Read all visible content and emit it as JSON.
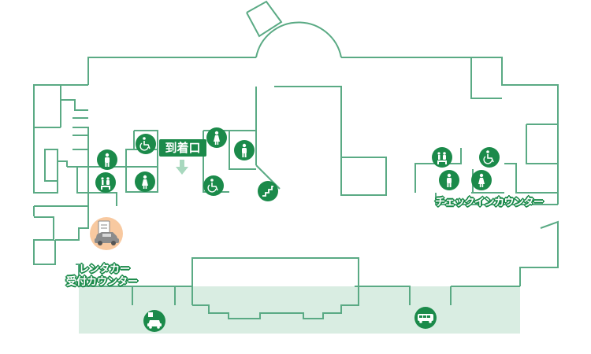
{
  "labels": {
    "arrival_gate": "到着口",
    "checkin_counter": "チェックインカウンター",
    "rental_car_line1": "レンタカー",
    "rental_car_line2": "受付カウンター"
  },
  "colors": {
    "wall": "#5aaa84",
    "icon": "#1b8a4a",
    "outdoor_zone": "#d9ede2",
    "rental_highlight": "#f8c9a0",
    "arrow": "#a8d8be"
  },
  "icons": [
    "restroom-male-icon",
    "restroom-female-icon",
    "wheelchair-restroom-icon",
    "baby-changing-icon",
    "stairs-icon",
    "rental-car-icon",
    "parking-car-icon",
    "bus-icon"
  ]
}
